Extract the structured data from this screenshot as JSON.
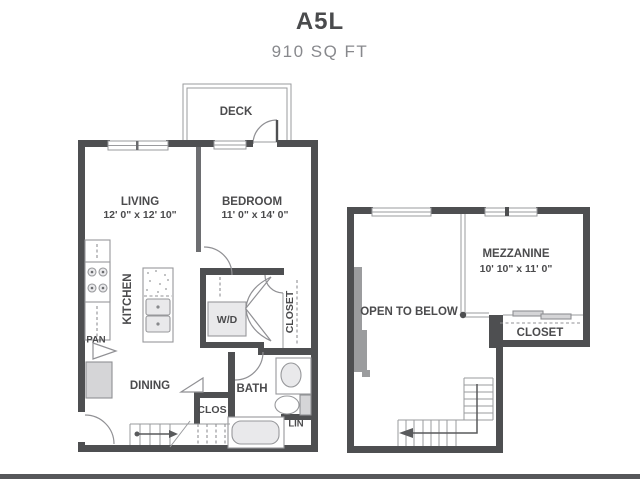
{
  "header": {
    "title": "A5L",
    "sqft": "910 SQ FT"
  },
  "floor1": {
    "deck": "DECK",
    "living": "LIVING",
    "living_dims": "12' 0\" x 12' 10\"",
    "bedroom": "BEDROOM",
    "bedroom_dims": "11' 0\" x 14' 0\"",
    "kitchen": "KITCHEN",
    "wd": "W/D",
    "closet": "CLOSET",
    "pan": "PAN",
    "dining": "DINING",
    "clos": "CLOS",
    "bath": "BATH",
    "lin": "LIN"
  },
  "floor2": {
    "mezzanine": "MEZZANINE",
    "mezzanine_dims": "10' 10\" x 11' 0\"",
    "open_to_below": "OPEN TO BELOW",
    "closet": "CLOSET"
  },
  "colors": {
    "wall": "#4e4f51",
    "thin_line": "#909094",
    "text": "#4b4b4d",
    "subtitle": "#88898d",
    "bottom_bar": "#56575a",
    "chase_block": "#9b9c9e"
  }
}
